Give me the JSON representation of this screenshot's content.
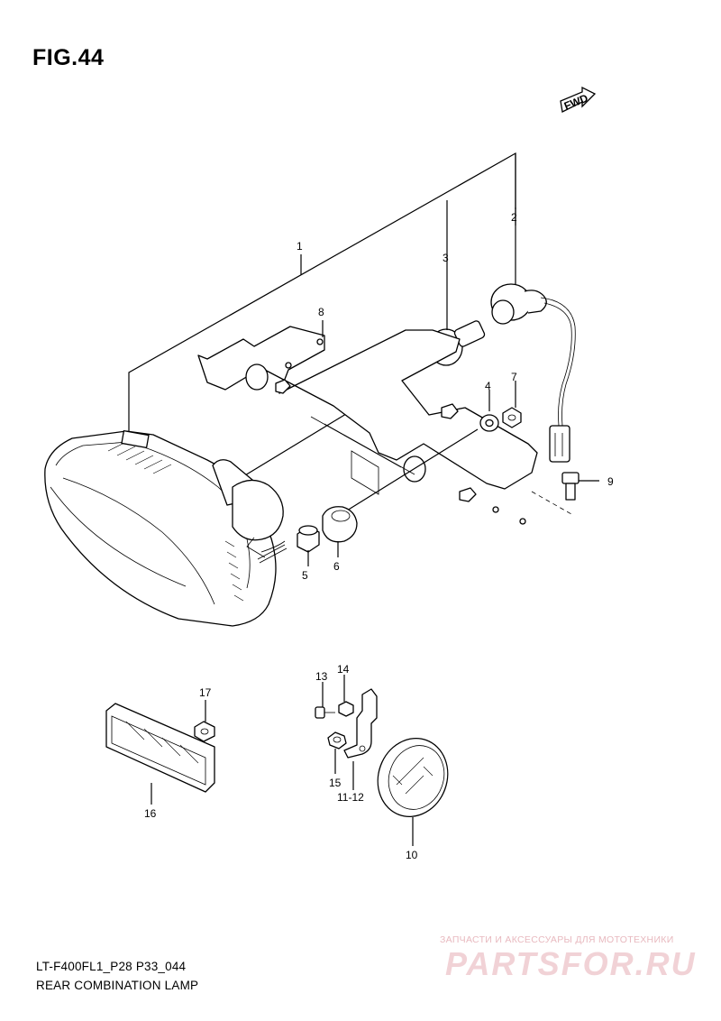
{
  "figure": {
    "title": "FIG.44",
    "direction_badge": "FWD",
    "model_code": "LT-F400FL1_P28 P33_044",
    "assembly_name": "REAR COMBINATION LAMP"
  },
  "callouts": [
    {
      "id": "c1",
      "text": "1"
    },
    {
      "id": "c2",
      "text": "2"
    },
    {
      "id": "c3",
      "text": "3"
    },
    {
      "id": "c4",
      "text": "4"
    },
    {
      "id": "c5",
      "text": "5"
    },
    {
      "id": "c6",
      "text": "6"
    },
    {
      "id": "c7",
      "text": "7"
    },
    {
      "id": "c8",
      "text": "8"
    },
    {
      "id": "c9",
      "text": "9"
    },
    {
      "id": "c10",
      "text": "10"
    },
    {
      "id": "c11",
      "text": "11-12"
    },
    {
      "id": "c13",
      "text": "13"
    },
    {
      "id": "c14",
      "text": "14"
    },
    {
      "id": "c15",
      "text": "15"
    },
    {
      "id": "c16",
      "text": "16"
    },
    {
      "id": "c17",
      "text": "17"
    }
  ],
  "watermark": {
    "tagline": "ЗАПЧАСТИ И АКСЕССУАРЫ ДЛЯ МОТОТЕХНИКИ",
    "brand": "PARTSFOR.RU",
    "color": "#f1d2d6"
  }
}
